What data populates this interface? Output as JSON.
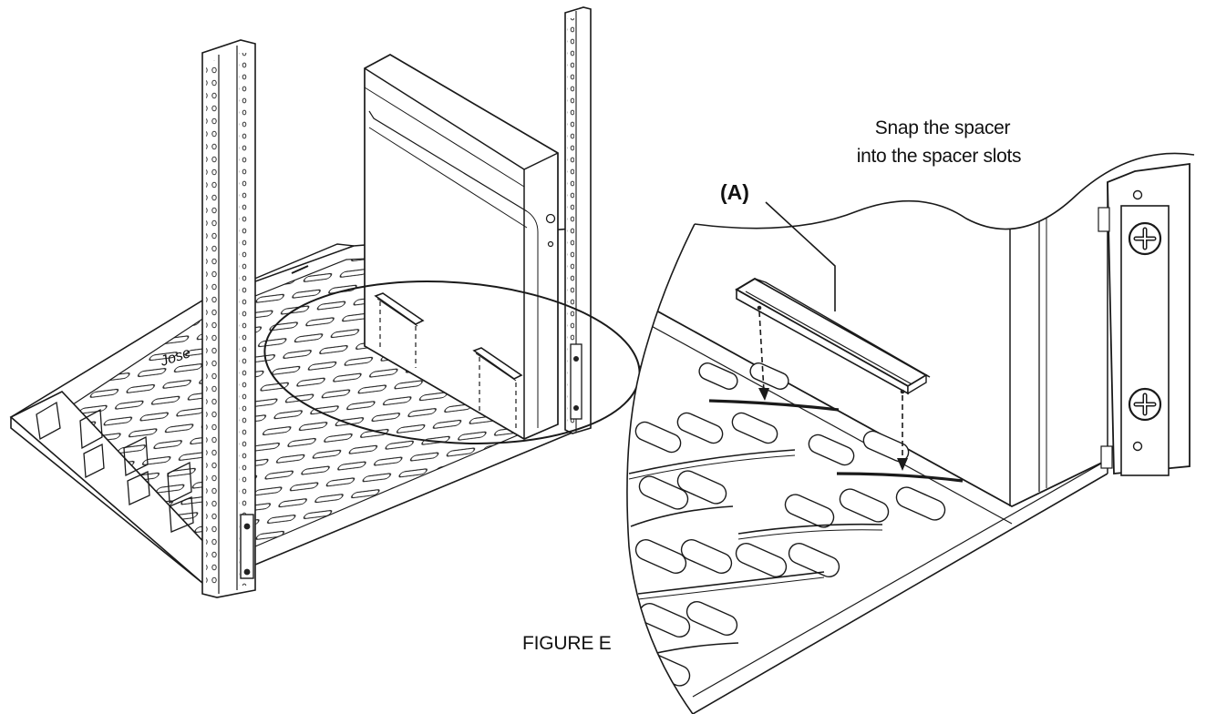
{
  "figure": {
    "instruction_line1": "Snap the spacer",
    "instruction_line2": "into the spacer slots",
    "callout_label": "(A)",
    "caption": "FIGURE E",
    "signature": "Jose"
  }
}
